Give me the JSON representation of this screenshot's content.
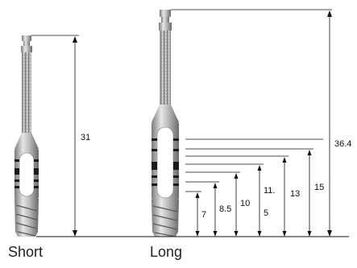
{
  "labels": {
    "short": "Short",
    "long": "Long"
  },
  "dimensions": {
    "short_total": "31",
    "long_total": "36.4",
    "depth_marks": [
      "7",
      "8.5",
      "10",
      "11.",
      "13",
      "15"
    ],
    "depth_mark_suffix": "5"
  },
  "colors": {
    "metal_light": "#d8d8d8",
    "metal_mid": "#a9a9a9",
    "metal_dark": "#6e6e6e",
    "band": "#1a1a1a",
    "line": "#111111"
  }
}
